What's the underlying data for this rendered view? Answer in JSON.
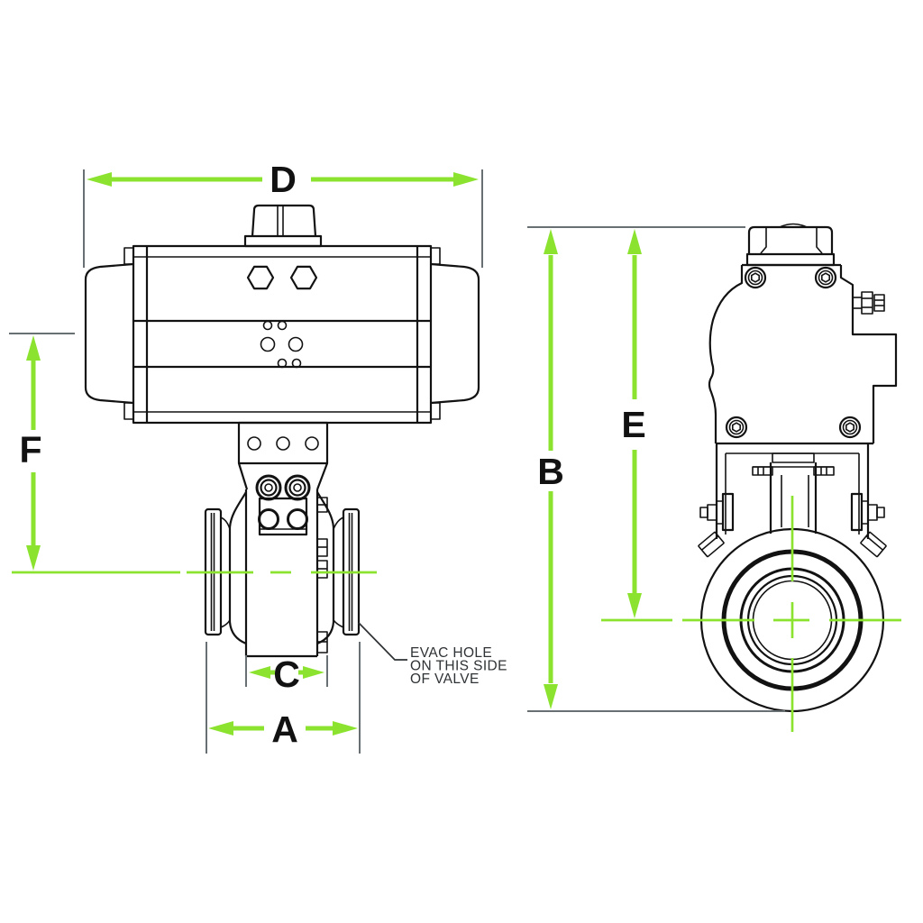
{
  "colors": {
    "dimension_green": "#8CE32F",
    "extension_gray": "#687074",
    "line_black": "#121212",
    "note_gray": "#2E3234",
    "background": "#FFFFFF"
  },
  "dimensions": {
    "D": "D",
    "F": "F",
    "C": "C",
    "A": "A",
    "B": "B",
    "E": "E"
  },
  "note": {
    "lines": [
      "EVAC HOLE",
      "ON THIS SIDE",
      "OF VALVE"
    ]
  }
}
